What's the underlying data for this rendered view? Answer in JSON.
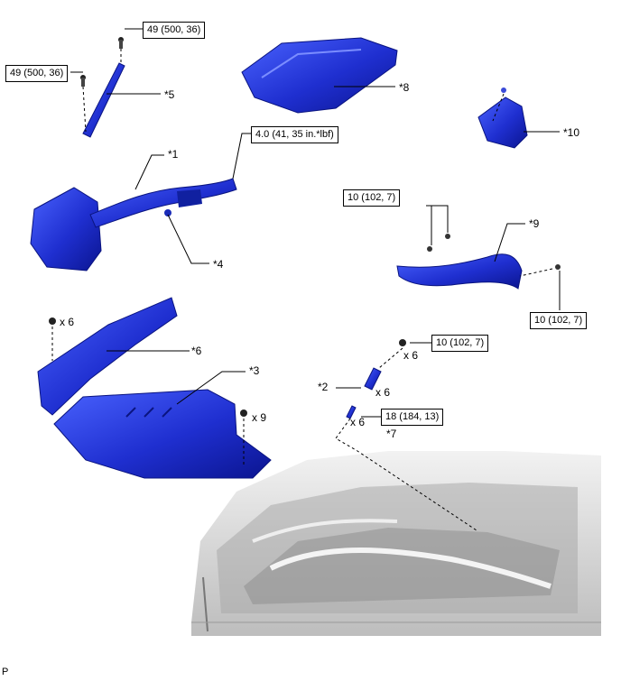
{
  "callouts": {
    "p1": "*1",
    "p2": "*2",
    "p3": "*3",
    "p4": "*4",
    "p5": "*5",
    "p6": "*6",
    "p7": "*7",
    "p8": "*8",
    "p9": "*9",
    "p10": "*10"
  },
  "torque": {
    "t_bolt5_top": "49 (500, 36)",
    "t_bolt5_left": "49 (500, 36)",
    "t_clamp1": "4.0 (41, 35 in.*lbf)",
    "t_nut9": "10 (102, 7)",
    "t_bolt9": "10 (102, 7)",
    "t_coil_bolt": "10 (102, 7)",
    "t_plug7": "18 (184, 13)"
  },
  "quantities": {
    "q_clip6": "x 6",
    "q_clip3": "x 9",
    "q_coil_bolt": "x 6",
    "q_coil": "x 6",
    "q_plug": "x 6"
  },
  "footer": {
    "code": "P"
  },
  "colors": {
    "part_blue": "#2233cc",
    "part_dark": "#0a1480",
    "engine_gray": "#cfcfcf"
  }
}
